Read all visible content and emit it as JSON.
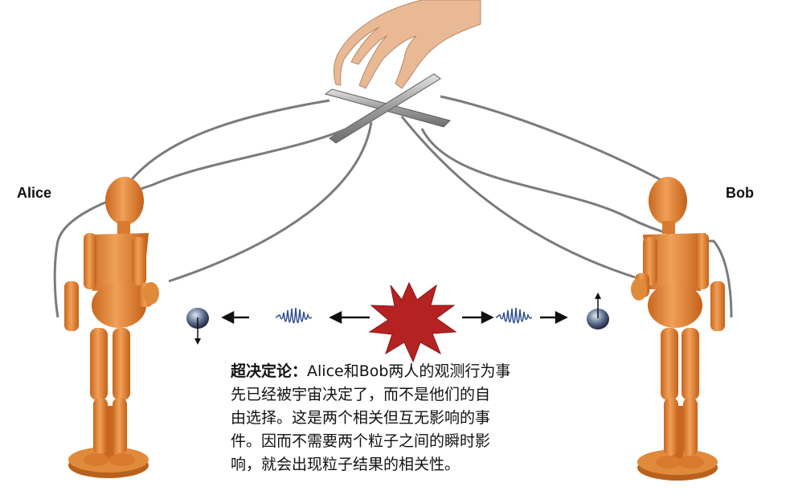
{
  "labels": {
    "left_person": "Alice",
    "right_person": "Bob"
  },
  "caption": {
    "term": "超决定论：",
    "lines": [
      "Alice和Bob两人的观测行为事",
      "先已经被宇宙决定了，而不是他们的自",
      "由选择。这是两个相关但互无影响的事",
      "件。因而不需要两个粒子之间的瞬时影",
      "响，就会出现粒子结果的相关性。"
    ]
  },
  "colors": {
    "wood": "#e08a3c",
    "wood_dark": "#b8611c",
    "string": "#7b7b7b",
    "burst": "#b52222",
    "wave": "#2f4f8c",
    "particle": "#2e3a56"
  }
}
